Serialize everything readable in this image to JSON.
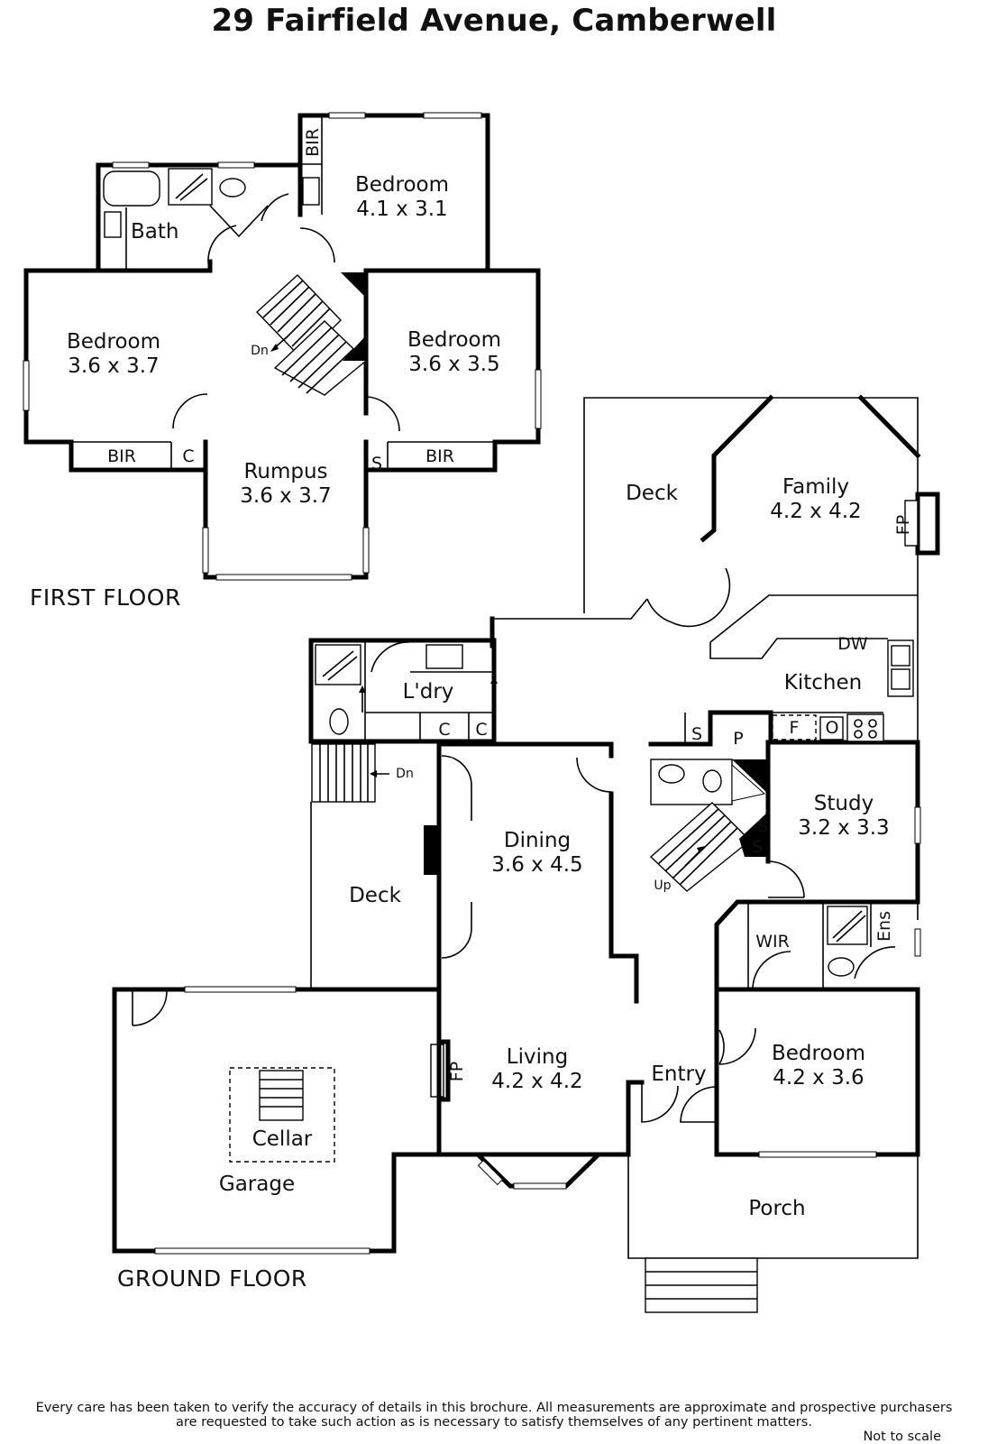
{
  "header": {
    "title": "29 Fairfield Avenue, Camberwell"
  },
  "floors": {
    "first": "FIRST FLOOR",
    "ground": "GROUND FLOOR"
  },
  "first_floor": {
    "bath": "Bath",
    "bedroom_ne": {
      "name": "Bedroom",
      "size": "4.1 x 3.1"
    },
    "bedroom_w": {
      "name": "Bedroom",
      "size": "3.6 x 3.7"
    },
    "bedroom_e": {
      "name": "Bedroom",
      "size": "3.6 x 3.5"
    },
    "rumpus": {
      "name": "Rumpus",
      "size": "3.6 x 3.7"
    },
    "bir_top": "BIR",
    "bir_w": "BIR",
    "bir_e": "BIR",
    "c": "C",
    "s": "S",
    "stair_dn": "Dn"
  },
  "ground_floor": {
    "deck_upper": "Deck",
    "family": {
      "name": "Family",
      "size": "4.2 x 4.2"
    },
    "fp_family": "FP",
    "kitchen": "Kitchen",
    "dw": "DW",
    "f": "F",
    "o": "O",
    "s_kitchen": "S",
    "p": "P",
    "laundry": "L'dry",
    "c1": "C",
    "c2": "C",
    "stair_dn": "Dn",
    "deck_lower": "Deck",
    "dining": {
      "name": "Dining",
      "size": "3.6 x 4.5"
    },
    "study": {
      "name": "Study",
      "size": "3.2 x 3.3"
    },
    "s1": "S",
    "s2": "S",
    "stair_up": "Up",
    "wir": "WIR",
    "ens": "Ens",
    "bedroom": {
      "name": "Bedroom",
      "size": "4.2 x 3.6"
    },
    "living": {
      "name": "Living",
      "size": "4.2 x 4.2"
    },
    "fp_living": "FP",
    "entry": "Entry",
    "cellar": "Cellar",
    "garage": "Garage",
    "porch": "Porch"
  },
  "footer": {
    "disclaimer_line1": "Every care has been taken to verify the accuracy of details in this brochure.  All measurements are approximate and prospective purchasers",
    "disclaimer_line2": "are requested to take such action as is necessary to satisfy themselves of any pertinent matters.",
    "not_to_scale": "Not to scale"
  }
}
